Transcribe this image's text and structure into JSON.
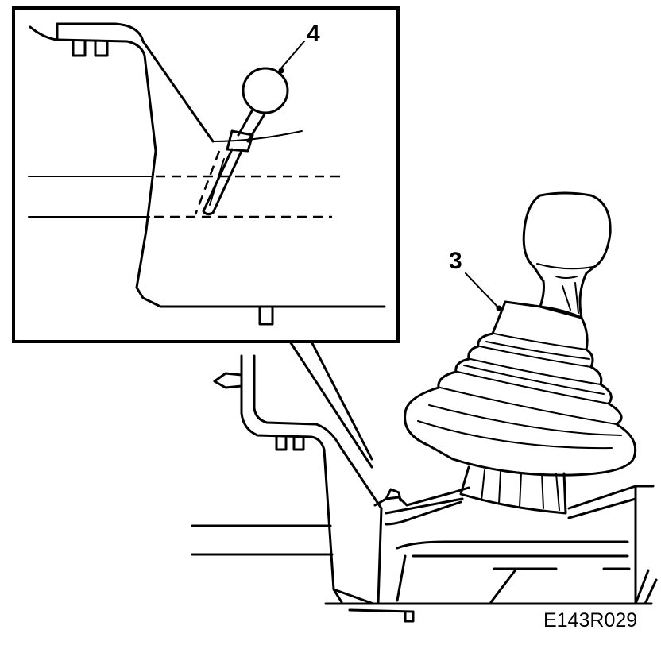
{
  "labels": {
    "callout_4": "4",
    "callout_3": "3",
    "figure_code": "E143R029"
  }
}
